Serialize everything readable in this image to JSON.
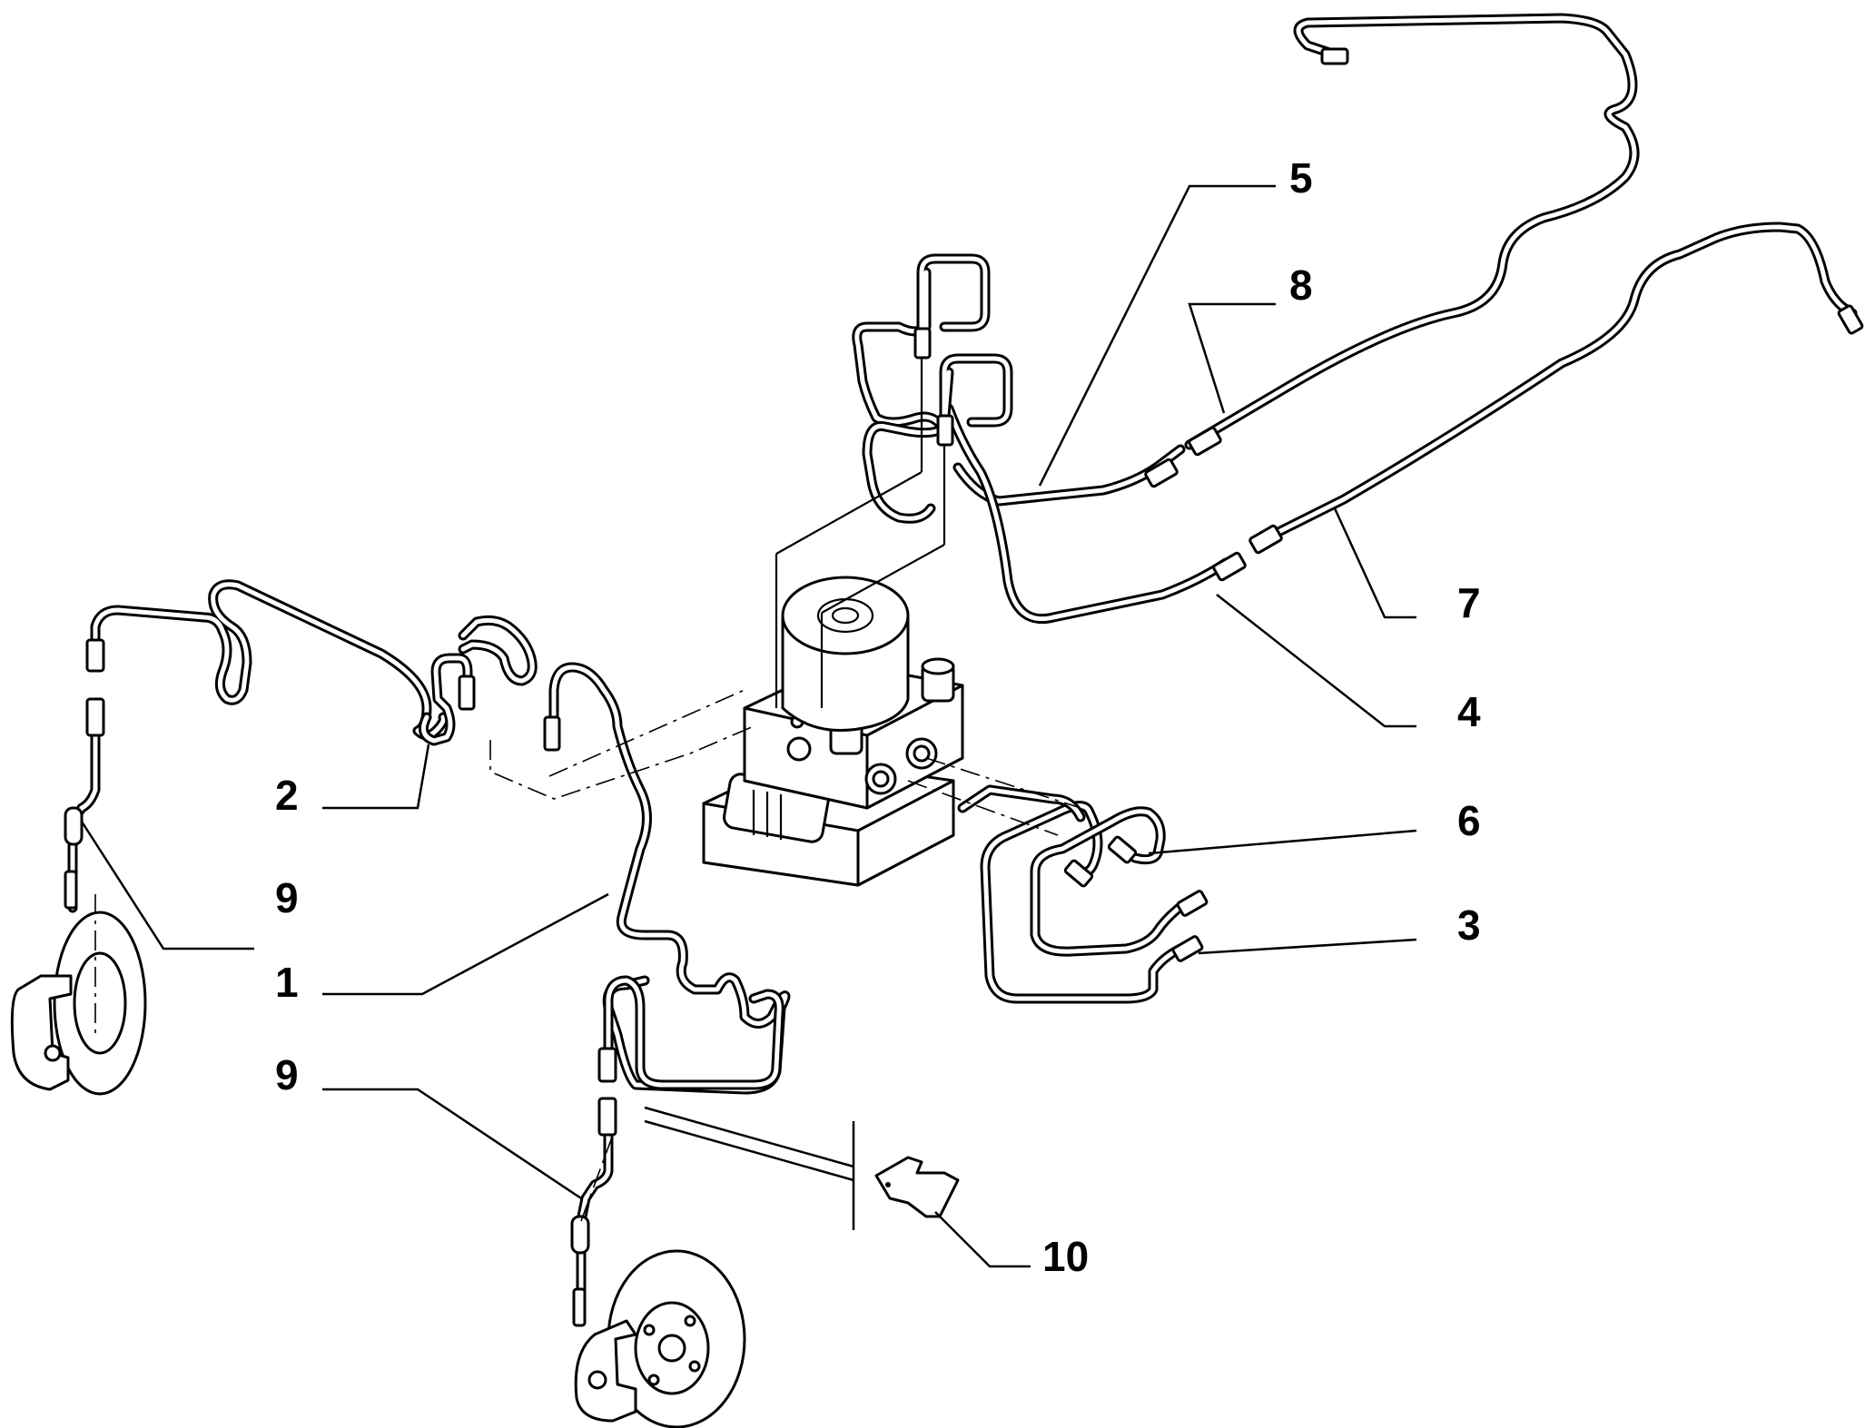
{
  "diagram": {
    "callouts": [
      {
        "id": "c1",
        "label": "1"
      },
      {
        "id": "c2",
        "label": "2"
      },
      {
        "id": "c3",
        "label": "3"
      },
      {
        "id": "c4",
        "label": "4"
      },
      {
        "id": "c5",
        "label": "5"
      },
      {
        "id": "c6",
        "label": "6"
      },
      {
        "id": "c7",
        "label": "7"
      },
      {
        "id": "c8",
        "label": "8"
      },
      {
        "id": "c9a",
        "label": "9"
      },
      {
        "id": "c9b",
        "label": "9"
      },
      {
        "id": "c10",
        "label": "10"
      }
    ]
  }
}
